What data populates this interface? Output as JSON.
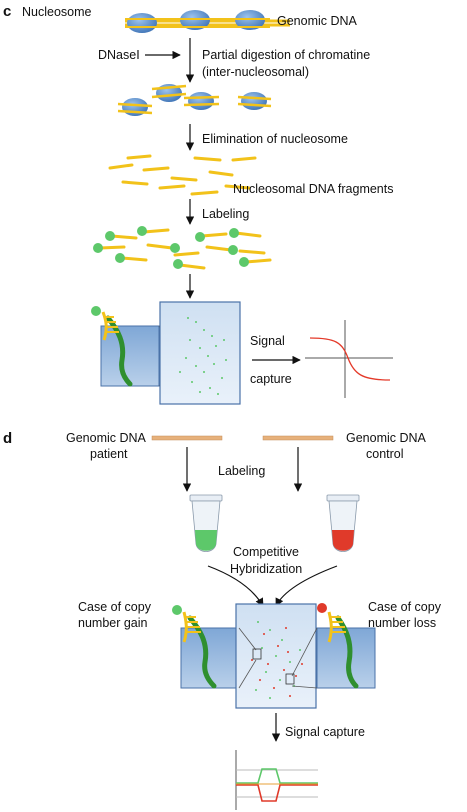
{
  "panel_c": {
    "letter": "c",
    "nucleosome_label": "Nucleosome",
    "genomic_dna_label": "Genomic DNA",
    "dnase_label": "DNaseI",
    "step1_line1": "Partial digestion of chromatine",
    "step1_line2": "(inter-nucleosomal)",
    "step2": "Elimination of nucleosome",
    "fragments_label": "Nucleosomal DNA fragments",
    "step3": "Labeling",
    "signal_line1": "Signal",
    "signal_line2": "capture"
  },
  "panel_d": {
    "letter": "d",
    "patient_line1": "Genomic DNA",
    "patient_line2": "patient",
    "control_line1": "Genomic DNA",
    "control_line2": "control",
    "labeling": "Labeling",
    "hyb_line1": "Competitive",
    "hyb_line2": "Hybridization",
    "gain_line1": "Case of copy",
    "gain_line2": "number gain",
    "loss_line1": "Case of copy",
    "loss_line2": "number loss",
    "signal_capture": "Signal capture"
  },
  "colors": {
    "dna": "#f2c21a",
    "nucleosome": "#4f86c6",
    "label_green": "#5dc86a",
    "label_red": "#e03a2a",
    "strand_green": "#2f8f2f",
    "slide_blue": "#a9c3e2",
    "curve_red": "#e43a2a",
    "dna_patient": "#e7b17b"
  }
}
